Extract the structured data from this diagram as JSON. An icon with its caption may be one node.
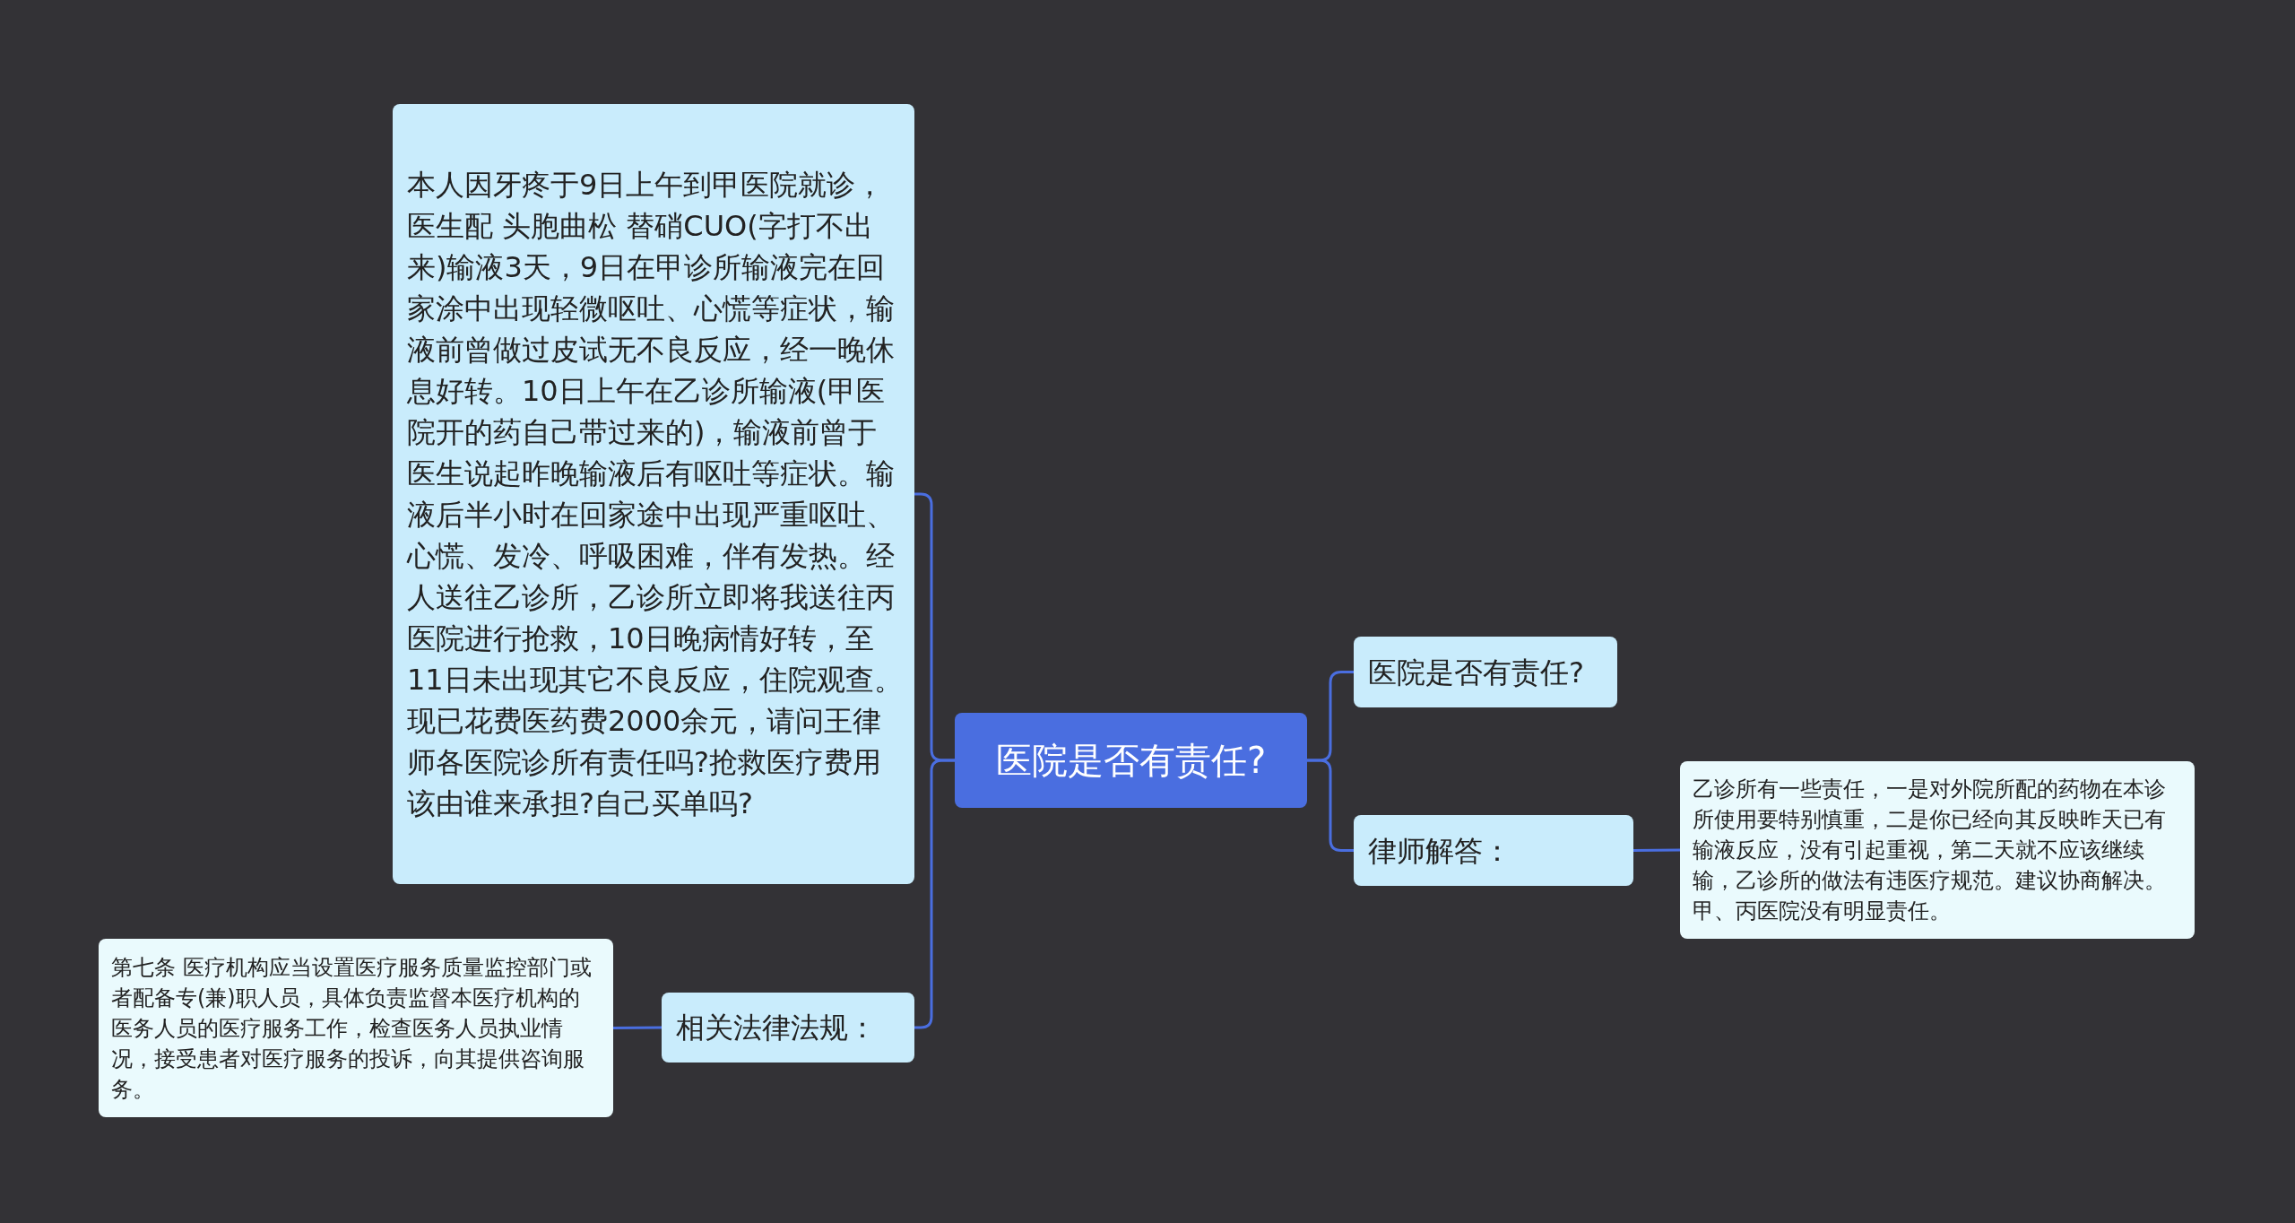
{
  "diagram": {
    "nodes": [
      {
        "text": [
          "医院是否有责任?"
        ]
      },
      {
        "text": [
          "本人因牙疼于9日上午到甲医院就诊，医生配 头胞曲松 替硝CUO(字打不出来)输液3天，9日在甲诊所输液完在回家涂中出现轻微呕吐、心慌等症状，输液前曾做过皮试无不良反应，经一晚休息好转。10日上午在乙诊所输液(甲医院开的药自己带过来的)，输液前曾于医生说起昨晚输液后有呕吐等症状。输液后半小时在回家途中出现严重呕吐、心慌、发冷、呼吸困难，伴有发热。经人送往乙诊所，乙诊所立即将我送往丙医院进行抢救，10日晚病情好转，至11日未出现其它不良反应，住院观查。现已花费医药费2000余元，请问王律师各医院诊所有责任吗?抢救医疗费用该由谁来承担?自己买单吗?"
        ]
      },
      {
        "text": [
          "相关法律法规："
        ]
      },
      {
        "text": [
          "第七条 医疗机构应当设置医疗服务质量监控部门或者配备专(兼)职人员，具体负责监督本医疗机构的医务人员的医疗服务工作，检查医务人员执业情况，接受患者对医疗服务的投诉，向其提供咨询服务。"
        ]
      },
      {
        "text": [
          "医院是否有责任?"
        ]
      },
      {
        "text": [
          "律师解答："
        ]
      },
      {
        "text": [
          "乙诊所有一些责任，一是对外院所配的药物在本诊所使用要特别慎重，二是你已经向其反映昨天已有输液反应，没有引起重视，第二天就不应该继续输，乙诊所的做法有违医疗规范。建议协商解决。甲、丙医院没有明显责任。"
        ]
      }
    ],
    "edges": [
      {
        "from": 0,
        "to": 1,
        "arrow": "none"
      },
      {
        "from": 0,
        "to": 2,
        "arrow": "none"
      },
      {
        "from": 2,
        "to": 3,
        "arrow": "none"
      },
      {
        "from": 0,
        "to": 4,
        "arrow": "none"
      },
      {
        "from": 0,
        "to": 5,
        "arrow": "none"
      },
      {
        "from": 5,
        "to": 6,
        "arrow": "none"
      }
    ]
  }
}
